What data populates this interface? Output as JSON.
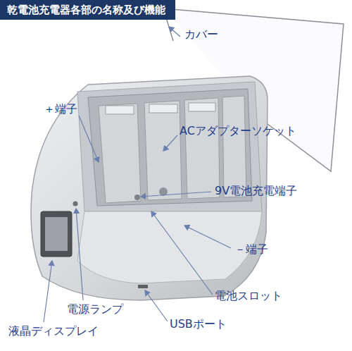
{
  "diagram": {
    "title": "乾電池充電器各部の名称及び機能",
    "labels": [
      "カバー",
      "＋端子",
      "ACアダプターソケット",
      "9V電池充電端子",
      "－端子",
      "電池スロット",
      "電源ランプ",
      "USBポート",
      "液晶ディスプレイ"
    ]
  }
}
